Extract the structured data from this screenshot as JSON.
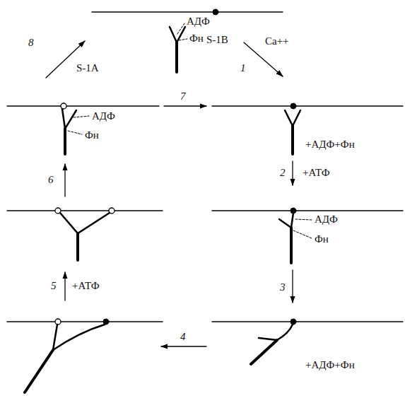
{
  "diagram": {
    "labels": [
      "АДФ",
      "Фн",
      "S-1B",
      "8",
      "S-1A",
      "Ca++",
      "1",
      "АДФ",
      "Фн",
      "7",
      "+АДФ+Фн",
      "2",
      "+АТФ",
      "6",
      "АДФ",
      "Фн",
      "3",
      "5",
      "+АТФ",
      "4",
      "+АДФ+Фн"
    ]
  }
}
